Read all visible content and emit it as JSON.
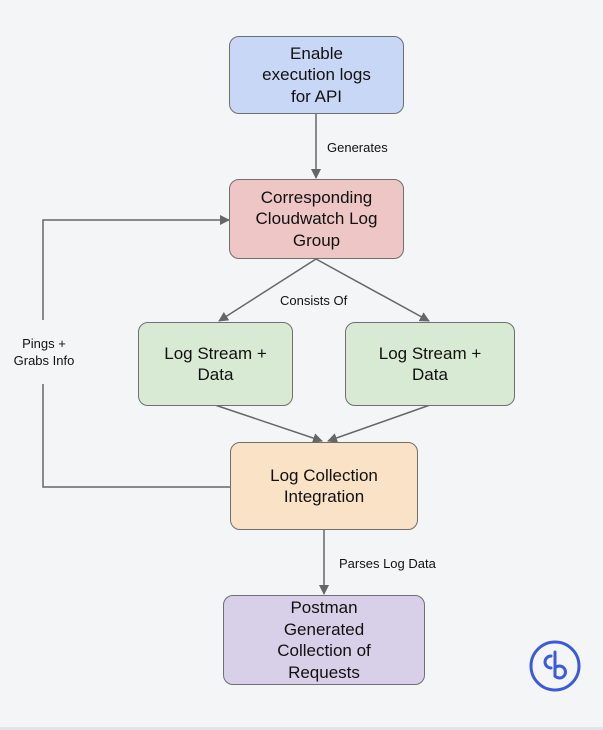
{
  "nodes": {
    "enable_logs": "Enable\nexecution logs\nfor API",
    "log_group": "Corresponding\nCloudwatch Log\nGroup",
    "stream_left": "Log Stream +\nData",
    "stream_right": "Log Stream +\nData",
    "collection": "Log Collection\nIntegration",
    "postman": "Postman\nGenerated\nCollection of\nRequests"
  },
  "edge_labels": {
    "generates": "Generates",
    "consists_of": "Consists Of",
    "pings": "Pings +\nGrabs Info",
    "parses": "Parses Log Data"
  },
  "logo": {
    "name": "cb-logo-icon",
    "color": "#3b5bdb"
  },
  "colors": {
    "blue": "#c9d7f6",
    "red": "#edc6c5",
    "green": "#d9ead4",
    "orange": "#f9e2c6",
    "purple": "#d8cfe8",
    "edge": "#666666"
  }
}
